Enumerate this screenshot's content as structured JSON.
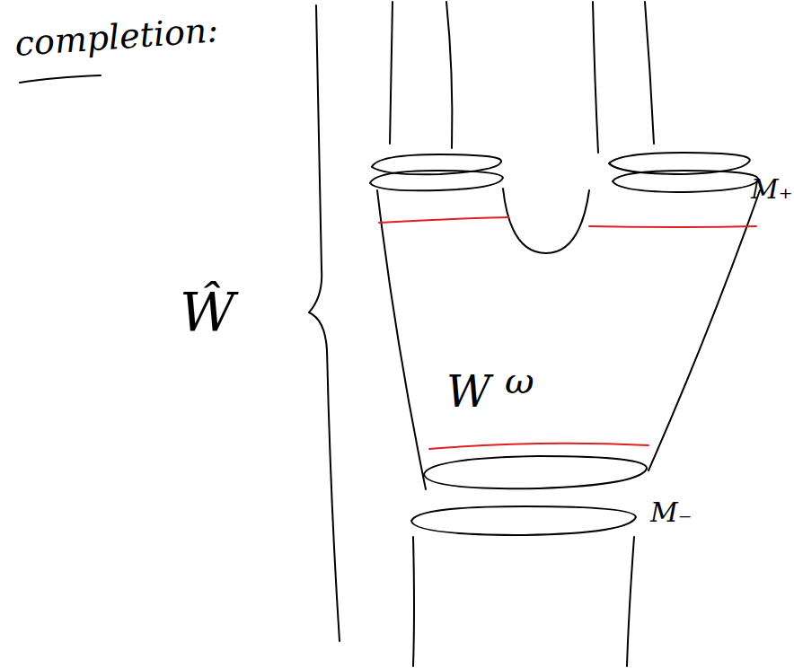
{
  "diagram": {
    "title": "completion:",
    "labels": [
      "Ŵ",
      "W",
      "ω",
      "M₊",
      "M₋"
    ]
  }
}
